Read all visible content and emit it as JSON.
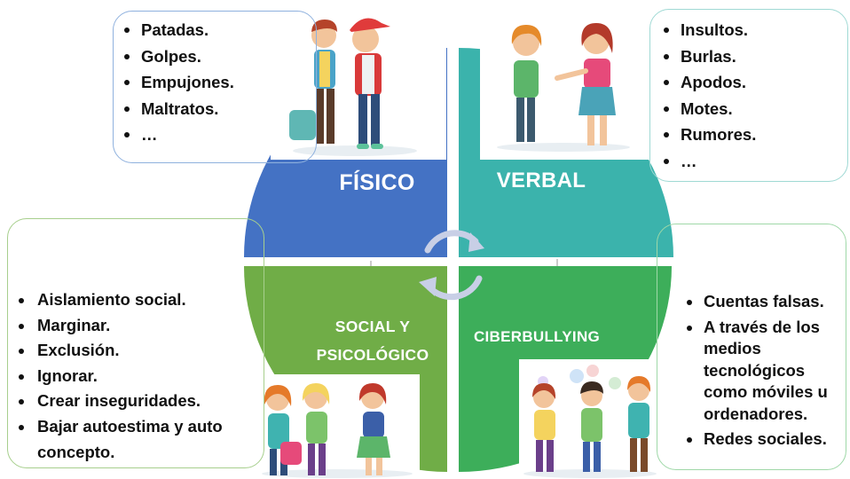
{
  "quadrants": {
    "fisico": {
      "label": "FÍSICO",
      "color": "#4472c4",
      "items": [
        "Patadas.",
        "Golpes.",
        "Empujones.",
        "Maltratos.",
        "…"
      ]
    },
    "verbal": {
      "label": "VERBAL",
      "color": "#3bb3ac",
      "items": [
        "Insultos.",
        "Burlas.",
        "Apodos.",
        "Motes.",
        "Rumores.",
        "…"
      ]
    },
    "social": {
      "label_line1": "SOCIAL Y",
      "label_line2": "PSICOLÓGICO",
      "color": "#70ad47",
      "items": [
        "Aislamiento social.",
        "Marginar.",
        "Exclusión.",
        "Ignorar.",
        "Crear inseguridades.",
        "Bajar autoestima y auto concepto."
      ]
    },
    "ciber": {
      "label": "CIBERBULLYING",
      "color": "#3dae5a",
      "items": [
        "Cuentas falsas.",
        "A través de los medios tecnológicos como móviles u ordenadores.",
        "Redes sociales."
      ]
    }
  },
  "center_icon": "cycle-arrows-icon",
  "illustrations": [
    "boys-pushing-illustration",
    "girls-pointing-illustration",
    "kids-excluding-illustration",
    "kids-with-phones-illustration"
  ]
}
